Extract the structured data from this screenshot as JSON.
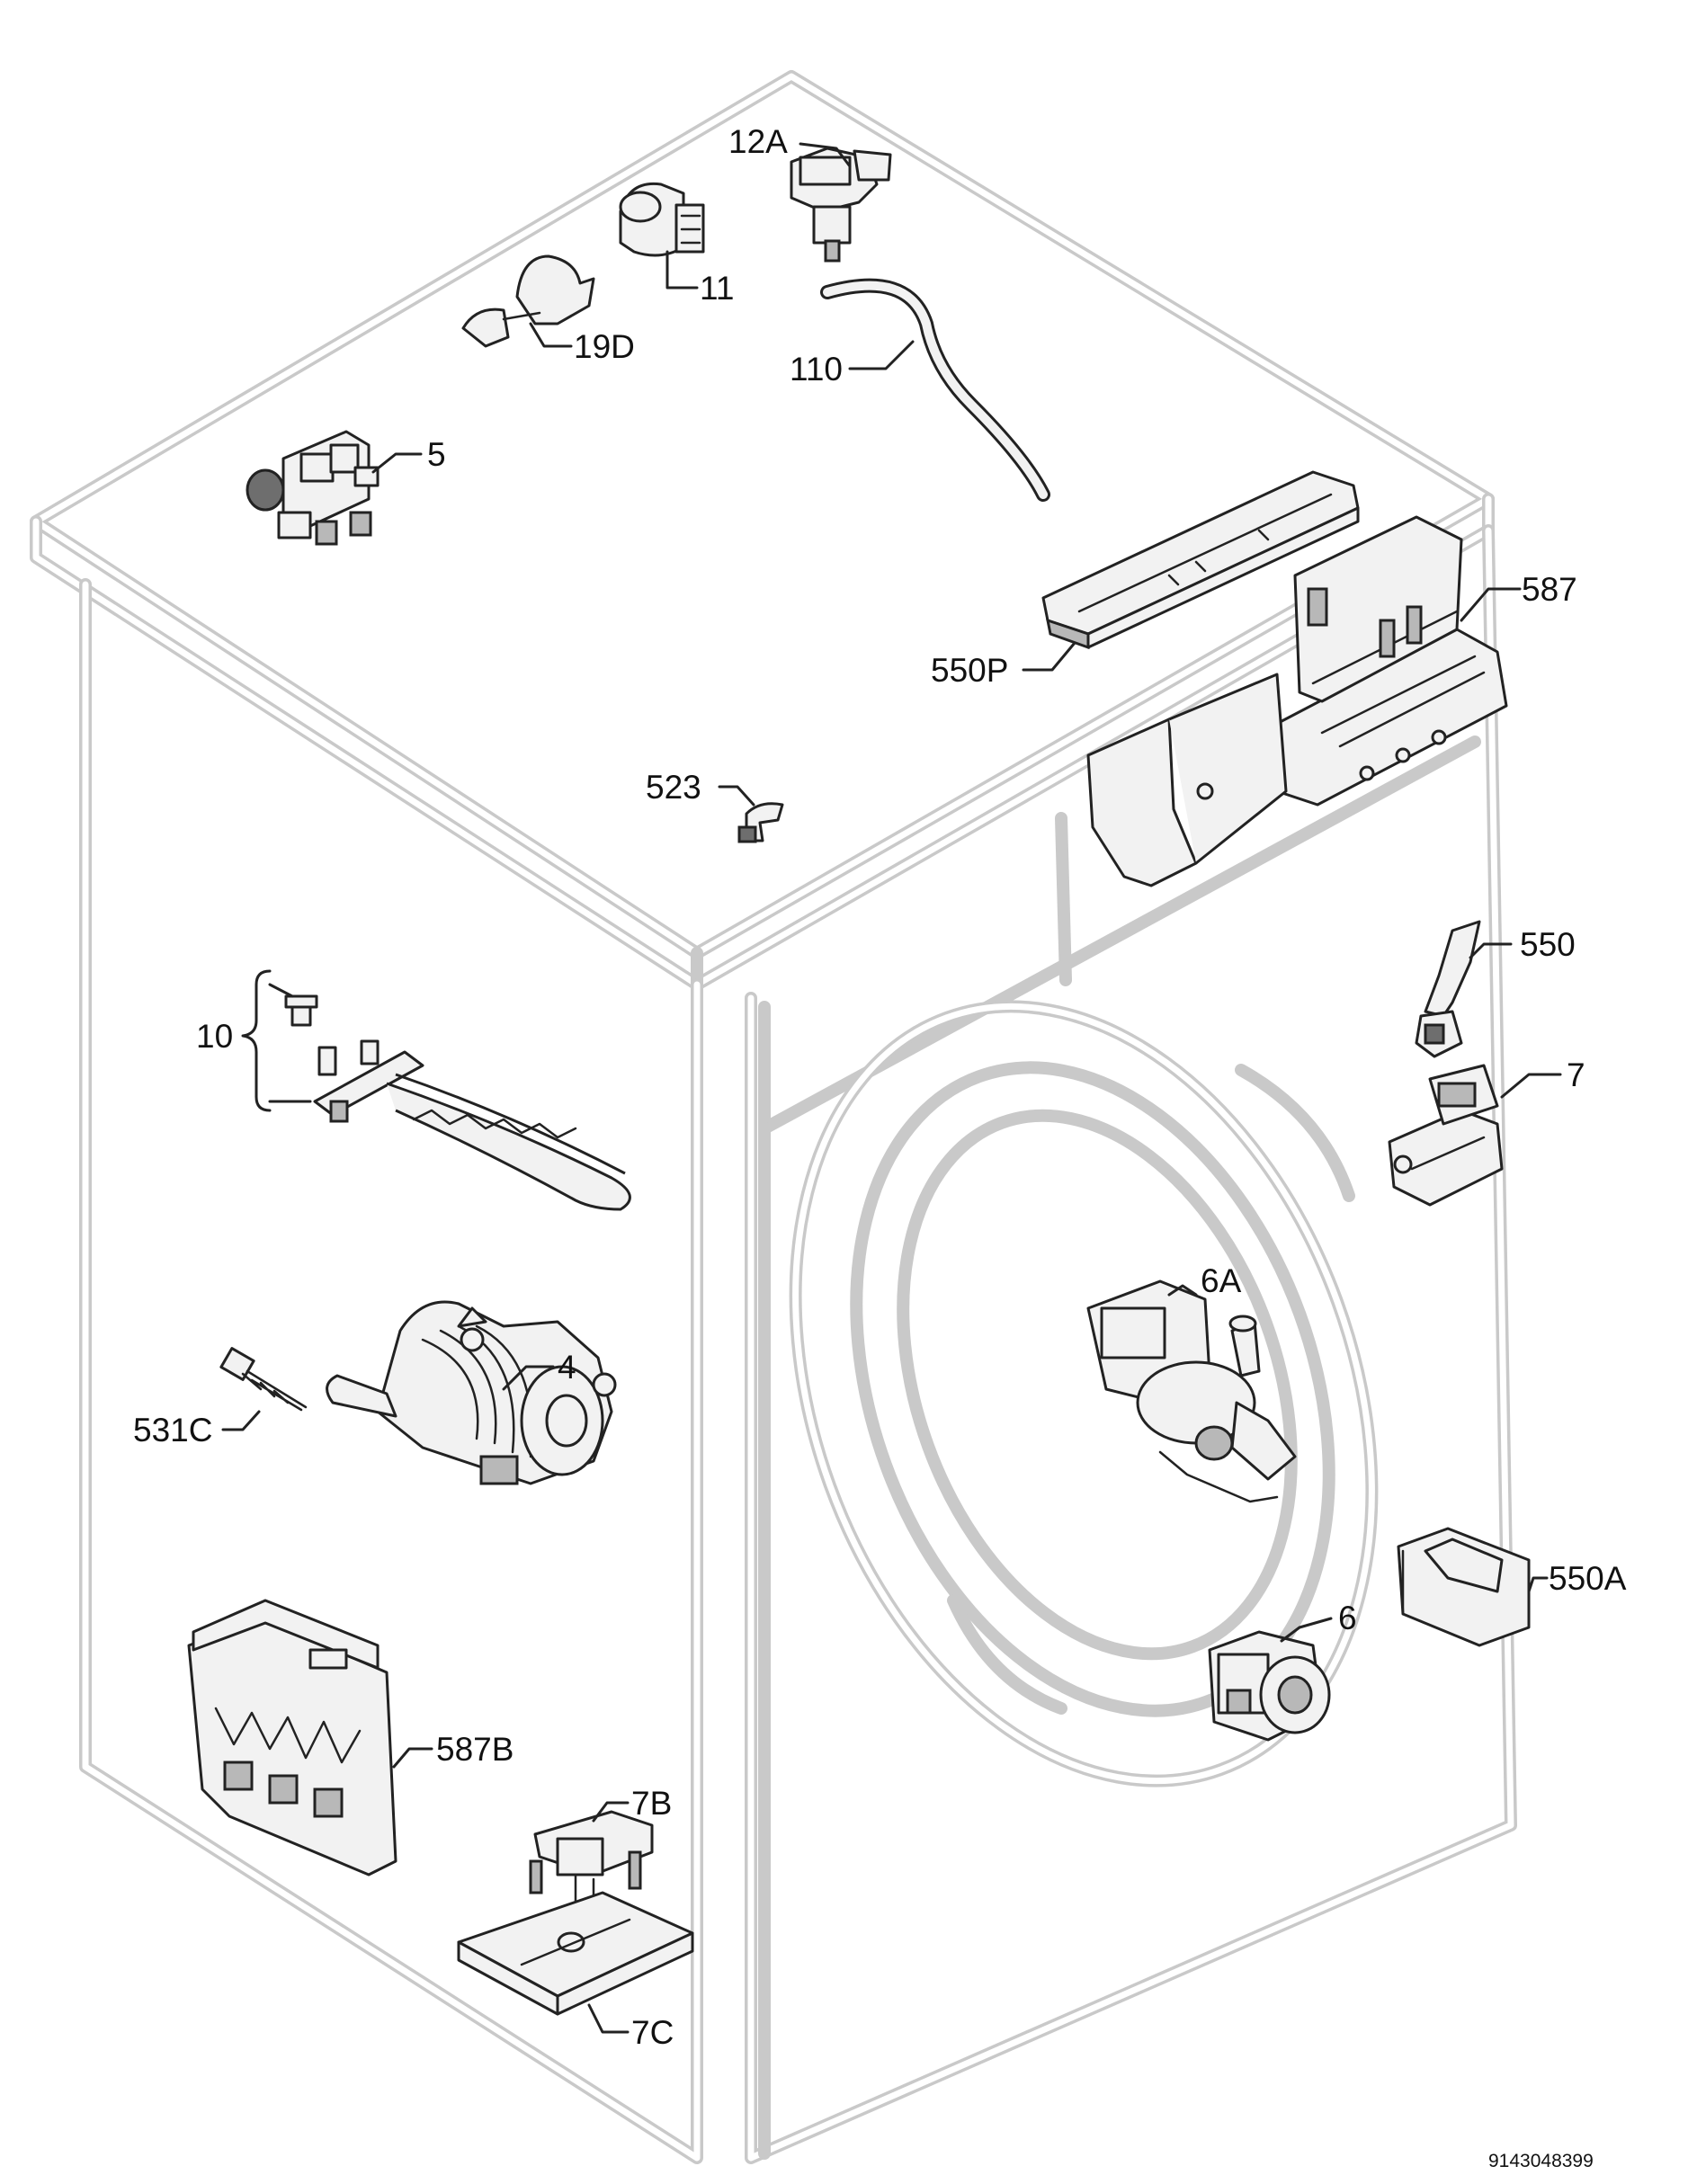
{
  "labels": {
    "p12A": "12A",
    "p11": "11",
    "p19D": "19D",
    "p110": "110",
    "p5": "5",
    "p587": "587",
    "p550P": "550P",
    "p523": "523",
    "p550": "550",
    "p10": "10",
    "p7": "7",
    "p6A": "6A",
    "p4": "4",
    "p531C": "531C",
    "p550A": "550A",
    "p6": "6",
    "p587B": "587B",
    "p7B": "7B",
    "p7C": "7C"
  },
  "document_number": "9143048399"
}
